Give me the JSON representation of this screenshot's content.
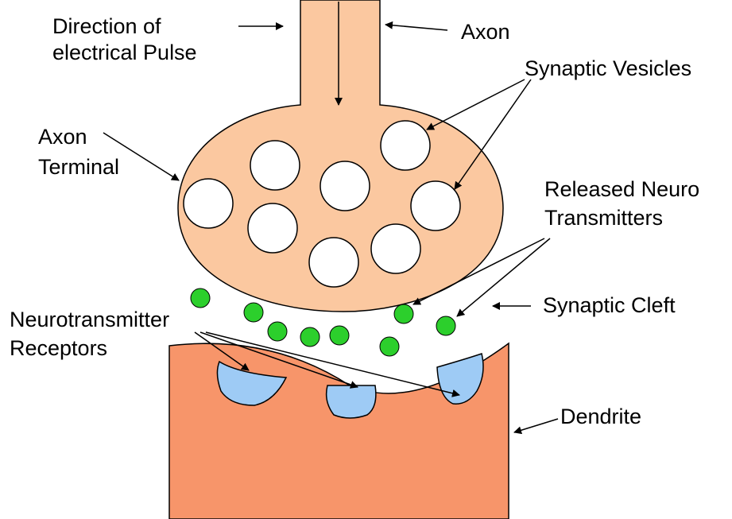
{
  "labels": {
    "direction_line1": "Direction of",
    "direction_line2": "electrical Pulse",
    "axon": "Axon",
    "synaptic_vesicles": "Synaptic Vesicles",
    "axon_terminal_line1": "Axon",
    "axon_terminal_line2": "Terminal",
    "released_line1": "Released Neuro",
    "released_line2": "Transmitters",
    "synaptic_cleft": "Synaptic Cleft",
    "receptors_line1": "Neurotransmitter",
    "receptors_line2": "Receptors",
    "dendrite": "Dendrite"
  },
  "colors": {
    "axon_fill": "#fbc8a0",
    "dendrite_fill": "#f7956a",
    "vesicle_fill": "#ffffff",
    "neurotransmitter_fill": "#2ccf2c",
    "receptor_fill": "#9ecbf5",
    "stroke": "#000000"
  }
}
